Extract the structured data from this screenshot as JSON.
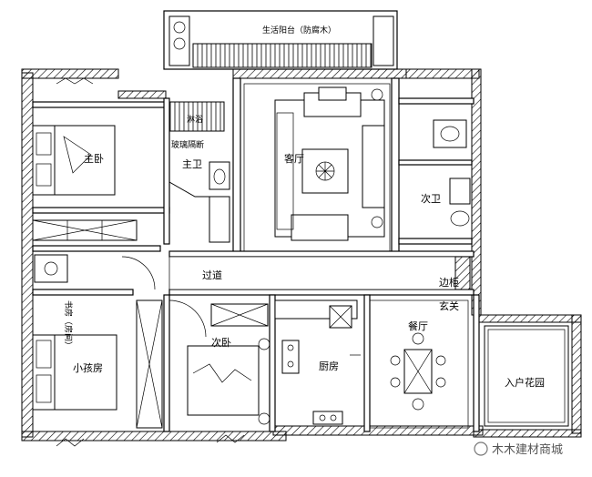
{
  "rooms": {
    "master_bedroom": "主卧",
    "master_bath": "主卫",
    "glass_partition": "玻璃隔断",
    "shower": "淋浴",
    "living_room": "客厅",
    "balcony": "生活阳台（防腐木）",
    "second_bath": "次卫",
    "corridor": "过道",
    "entry_cabinet": "边柜",
    "foyer": "玄关",
    "study": "书房（房间）",
    "kids_room": "小孩房",
    "second_bedroom": "次卧",
    "kitchen": "厨房",
    "dining_room": "餐厅",
    "entrance_garden": "入户花园"
  },
  "watermark": "木木建材商城"
}
